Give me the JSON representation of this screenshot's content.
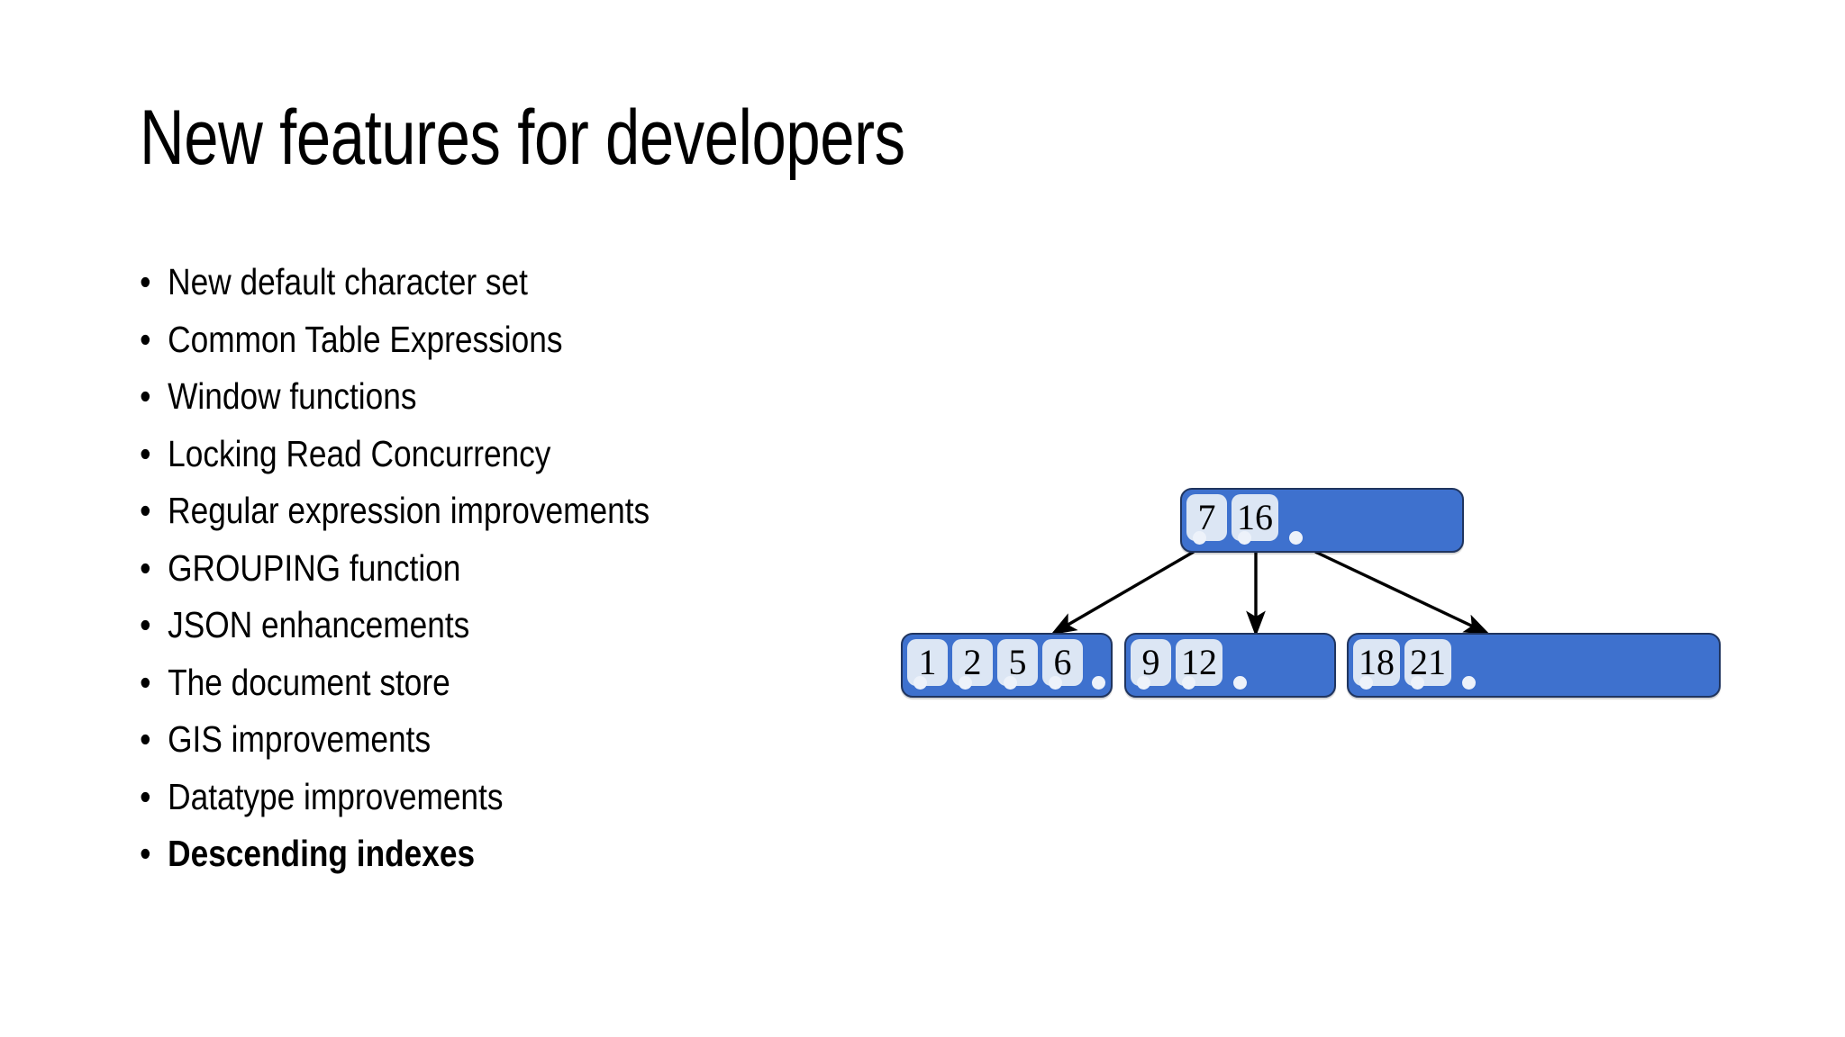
{
  "slide": {
    "title": "New features for developers",
    "bullet_marker": "•",
    "bullets": [
      {
        "text": "New default character set",
        "bold": false
      },
      {
        "text": "Common Table Expressions",
        "bold": false
      },
      {
        "text": "Window functions",
        "bold": false
      },
      {
        "text": "Locking Read Concurrency",
        "bold": false
      },
      {
        "text": "Regular expression improvements",
        "bold": false
      },
      {
        "text": "GROUPING function",
        "bold": false
      },
      {
        "text": "JSON enhancements",
        "bold": false
      },
      {
        "text": "The document store",
        "bold": false
      },
      {
        "text": "GIS improvements",
        "bold": false
      },
      {
        "text": "Datatype improvements",
        "bold": false
      },
      {
        "text": "Descending indexes",
        "bold": true
      }
    ]
  },
  "diagram": {
    "type": "b-tree",
    "colors": {
      "node_fill": "#3E71CE",
      "node_border": "#20355F",
      "cell_fill": "#DCE6F4",
      "dot_fill": "#EDF2FA",
      "arrow": "#000000",
      "text": "#000000"
    },
    "root": {
      "keys": [
        "7",
        "16"
      ],
      "pointer_count": 3
    },
    "leaves": [
      {
        "keys": [
          "1",
          "2",
          "5",
          "6"
        ],
        "pointer_count": 5
      },
      {
        "keys": [
          "9",
          "12"
        ],
        "pointer_count": 3
      },
      {
        "keys": [
          "18",
          "21"
        ],
        "pointer_count": 3
      }
    ],
    "edges": [
      {
        "from": "root-pointer-0",
        "to": "leaf-0"
      },
      {
        "from": "root-pointer-1",
        "to": "leaf-1"
      },
      {
        "from": "root-pointer-2",
        "to": "leaf-2"
      }
    ]
  }
}
